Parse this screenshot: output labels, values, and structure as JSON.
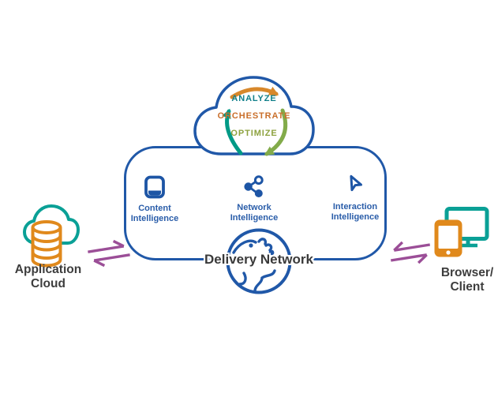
{
  "diagram": {
    "colors": {
      "primary_blue": "#2058a8",
      "teal": "#0aa096",
      "orange": "#e0891c",
      "purple": "#9b4e97",
      "analyze_teal": "#11808b",
      "orchestrate_orange": "#c96f2b",
      "optimize_olive": "#8da23f",
      "dark_text": "#3d3d3d"
    },
    "cycle_cloud": {
      "steps": [
        {
          "label": "ANALYZE",
          "color": "#11808b"
        },
        {
          "label": "ORCHESTRATE",
          "color": "#c96f2b"
        },
        {
          "label": "OPTIMIZE",
          "color": "#8da23f"
        }
      ]
    },
    "platform_box": {
      "items": [
        {
          "icon": "browser-window-icon",
          "line1": "Content",
          "line2": "Intelligence"
        },
        {
          "icon": "share-network-icon",
          "line1": "Network",
          "line2": "Intelligence"
        },
        {
          "icon": "cursor-pointer-icon",
          "line1": "Interaction",
          "line2": "Intelligence"
        }
      ],
      "delivery_label": "Delivery Network"
    },
    "left_node": {
      "icon": "cloud-database-icon",
      "line1": "Application",
      "line2": "Cloud"
    },
    "right_node": {
      "icon": "monitor-phone-icon",
      "line1": "Browser/",
      "line2": "Client"
    }
  }
}
